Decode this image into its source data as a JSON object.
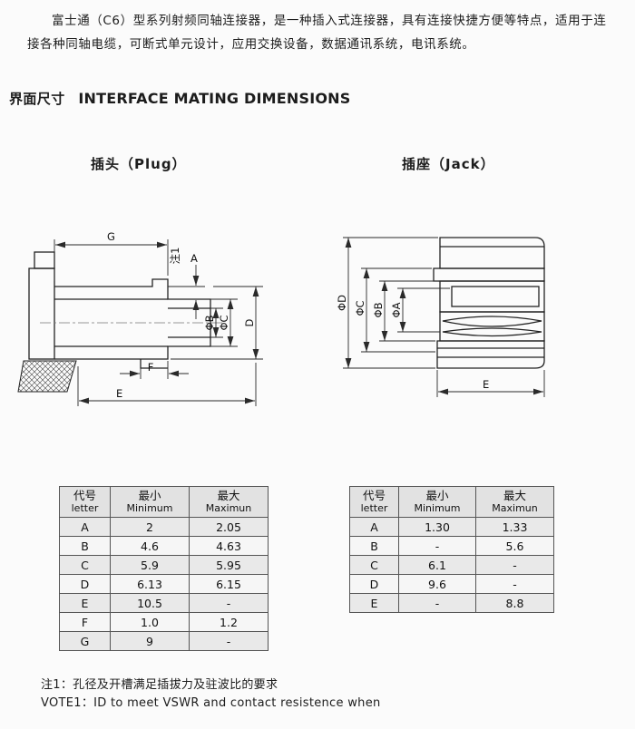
{
  "page": {
    "intro": "富士通（C6）型系列射频同轴连接器，是一种插入式连接器，具有连接快捷方便等特点，适用于连接各种同轴电缆，可断式单元设计，应用交换设备，数据通讯系统，电讯系统。",
    "section_title_cn": "界面尺寸",
    "section_title_en": "INTERFACE MATING DIMENSIONS",
    "plug_label": "插头（Plug）",
    "jack_label": "插座（Jack）",
    "note_cn": "注1：孔径及开槽满足插拔力及驻波比的要求",
    "note_en": "VOTE1：ID to meet VSWR and contact resistence when"
  },
  "plug_diagram": {
    "labels": {
      "G": "G",
      "note1": "注1",
      "A": "A",
      "phiB": "ΦB",
      "phiC": "ΦC",
      "D": "D",
      "F": "F",
      "E": "E"
    }
  },
  "jack_diagram": {
    "labels": {
      "phiD": "ΦD",
      "phiC": "ΦC",
      "phiB": "ΦB",
      "phiA": "ΦA",
      "E": "E"
    }
  },
  "plug_table": {
    "headers": {
      "col1_cn": "代号",
      "col1_en": "letter",
      "col2_cn": "最小",
      "col2_en": "Minimum",
      "col3_cn": "最大",
      "col3_en": "Maximun"
    },
    "rows": [
      [
        "A",
        "2",
        "2.05"
      ],
      [
        "B",
        "4.6",
        "4.63"
      ],
      [
        "C",
        "5.9",
        "5.95"
      ],
      [
        "D",
        "6.13",
        "6.15"
      ],
      [
        "E",
        "10.5",
        "-"
      ],
      [
        "F",
        "1.0",
        "1.2"
      ],
      [
        "G",
        "9",
        "-"
      ]
    ]
  },
  "jack_table": {
    "headers": {
      "col1_cn": "代号",
      "col1_en": "letter",
      "col2_cn": "最小",
      "col2_en": "Minimum",
      "col3_cn": "最大",
      "col3_en": "Maximun"
    },
    "rows": [
      [
        "A",
        "1.30",
        "1.33"
      ],
      [
        "B",
        "-",
        "5.6"
      ],
      [
        "C",
        "6.1",
        "-"
      ],
      [
        "D",
        "9.6",
        "-"
      ],
      [
        "E",
        "-",
        "8.8"
      ]
    ]
  }
}
